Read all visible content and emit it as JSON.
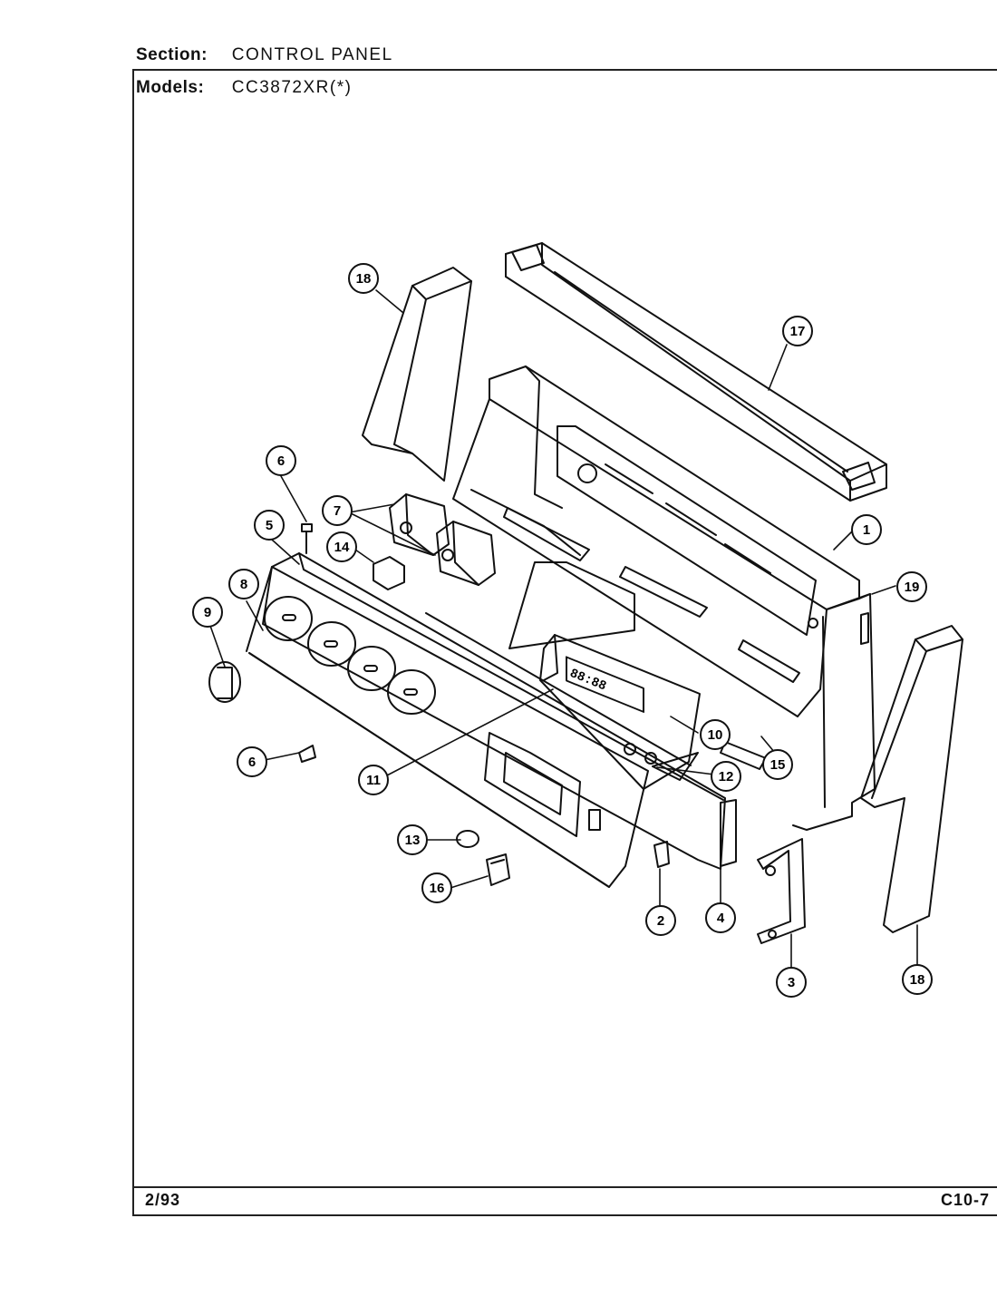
{
  "header": {
    "section_label": "Section:",
    "section_value": "CONTROL PANEL",
    "models_label": "Models:",
    "models_value": "CC3872XR(*)"
  },
  "footer": {
    "date": "2/93",
    "page_code": "C10-7"
  },
  "display_readout": "88:88",
  "callouts": {
    "c1": "1",
    "c2": "2",
    "c3": "3",
    "c4": "4",
    "c5": "5",
    "c6a": "6",
    "c6b": "6",
    "c7": "7",
    "c8": "8",
    "c9": "9",
    "c10": "10",
    "c11": "11",
    "c12": "12",
    "c13": "13",
    "c14": "14",
    "c15": "15",
    "c16": "16",
    "c17": "17",
    "c18a": "18",
    "c18b": "18",
    "c19": "19"
  }
}
